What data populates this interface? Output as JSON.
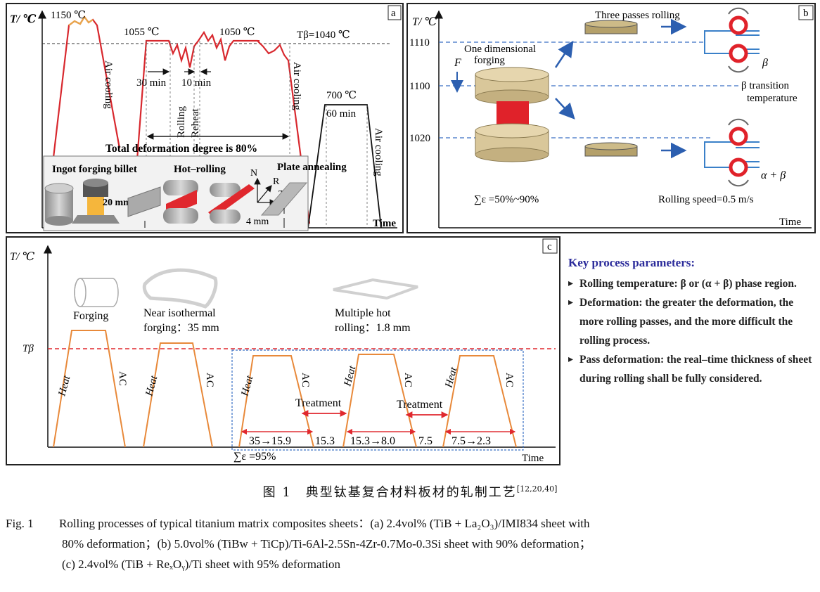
{
  "panel_a": {
    "label": "a",
    "y_axis_label": "T/ ℃",
    "x_axis_label": "Time",
    "temp_1150": "1150 ℃",
    "temp_1055": "1055 ℃",
    "temp_1050": "1050 ℃",
    "t_beta": "Tβ=1040 ℃",
    "air_cooling": "Air cooling",
    "time_30": "30 min",
    "time_10": "10 min",
    "rolling": "Rolling",
    "reheat": "Reheat",
    "total_deformation": "Total deformation degree is 80%",
    "temp_700": "700 ℃",
    "time_60": "60 min",
    "ingot_forging": "Ingot forging billet",
    "hot_rolling": "Hot–rolling",
    "plate_annealing": "Plate annealing",
    "thickness_20": "20 mm",
    "thickness_4": "4 mm",
    "dir_n": "N",
    "dir_r": "R",
    "dir_t": "T"
  },
  "panel_b": {
    "label": "b",
    "y_axis_label": "T/ ℃",
    "x_axis_label": "Time",
    "temp_1110": "1110",
    "temp_1100": "1100",
    "temp_1020": "1020",
    "three_passes": "Three passes rolling",
    "one_dim_forging_1": "One dimensional",
    "one_dim_forging_2": "forging",
    "force": "F",
    "beta_transition_1": "β transition",
    "beta_transition_2": "temperature",
    "phase_beta": "β",
    "phase_alpha_beta": "α + β",
    "strain": "∑ε =50%~90%",
    "rolling_speed": "Rolling speed=0.5 m/s"
  },
  "panel_c": {
    "label": "c",
    "y_axis_label": "T/ ℃",
    "x_axis_label": "Time",
    "t_beta": "Tβ",
    "forging": "Forging",
    "near_iso_1": "Near isothermal",
    "near_iso_2": "forging：35 mm",
    "multi_hot_1": "Multiple hot",
    "multi_hot_2": "rolling：1.8 mm",
    "heat": "Heat",
    "ac": "AC",
    "treatment": "Treatment",
    "seg_1": "35→15.9",
    "seg_2": "15.3",
    "seg_3": "15.3→8.0",
    "seg_4": "7.5",
    "seg_5": "7.5→2.3",
    "total_strain": "∑ε =95%"
  },
  "key_parameters": {
    "title": "Key process parameters:",
    "items": [
      "Rolling temperature: β or (α + β) phase region.",
      "Deformation: the greater the deformation, the more rolling passes, and the more difficult the rolling process.",
      "Pass deformation: the real–time thickness of sheet during rolling shall be fully considered."
    ]
  },
  "caption": {
    "cn_title": "图 1　典型钛基复合材料板材的轧制工艺",
    "cn_refs": "[12,20,40]",
    "en_label": "Fig. 1",
    "en_line1": "Rolling processes of typical titanium matrix composites sheets：(a) 2.4vol% (TiB + La₂O₃)/IMI834 sheet with",
    "en_line2": "80% deformation；(b) 5.0vol% (TiBw + TiCp)/Ti-6Al-2.5Sn-4Zr-0.7Mo-0.3Si sheet with 90% deformation；",
    "en_line3": "(c) 2.4vol% (TiB + ReₓOᵧ)/Ti sheet with 95% deformation"
  },
  "colors": {
    "curve_red": "#d8282e",
    "curve_orange": "#e8893a",
    "forging_tan": "#d9c79a",
    "box_blue": "#3a70c4",
    "title_blue": "#2a2a9a"
  }
}
